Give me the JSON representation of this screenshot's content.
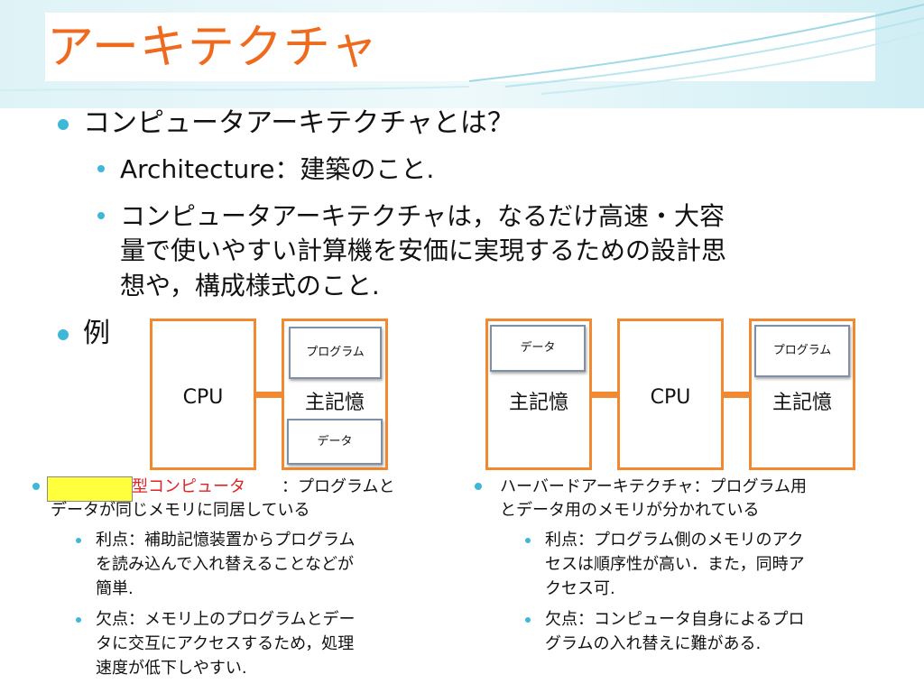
{
  "title": "アーキテクチャ",
  "main": {
    "q": "コンピュータアーキテクチャとは？",
    "def1": "Architecture：建築のこと.",
    "def2_l1": "コンピュータアーキテクチャは，なるだけ高速・大容",
    "def2_l2": "量で使いやすい計算機を安価に実現するための設計思",
    "def2_l3": "想や，構成様式のこと.",
    "example": "例"
  },
  "diagram_left": {
    "cpu": "CPU",
    "memory": "主記憶",
    "program": "プログラム",
    "data": "データ"
  },
  "diagram_right": {
    "data": "データ",
    "memory1": "主記憶",
    "cpu": "CPU",
    "memory2": "主記憶",
    "program": "プログラム"
  },
  "left_col": {
    "head_red": "型コンピュータ",
    "head_rest": "：プログラムと",
    "head_l2": "データが同じメモリに同居している",
    "adv_l1": "利点：補助記憶装置からプログラム",
    "adv_l2": "を読み込んで入れ替えることなどが",
    "adv_l3": "簡単.",
    "dis_l1": "欠点：メモリ上のプログラムとデー",
    "dis_l2": "タに交互にアクセスするため，処理",
    "dis_l3": "速度が低下しやすい."
  },
  "right_col": {
    "head_l1": "ハーバードアーキテクチャ：プログラム用",
    "head_l2": "とデータ用のメモリが分かれている",
    "adv_l1": "利点：プログラム側のメモリのアク",
    "adv_l2": "セスは順序性が高い．また，同時ア",
    "adv_l3": "クセス可.",
    "dis_l1": "欠点：コンピュータ自身によるプロ",
    "dis_l2": "グラムの入れ替えに難がある."
  },
  "colors": {
    "title": "#f06a1e",
    "box_border": "#f2882f",
    "bullet": "#3fb7d6",
    "highlight": "#ffff3d"
  }
}
